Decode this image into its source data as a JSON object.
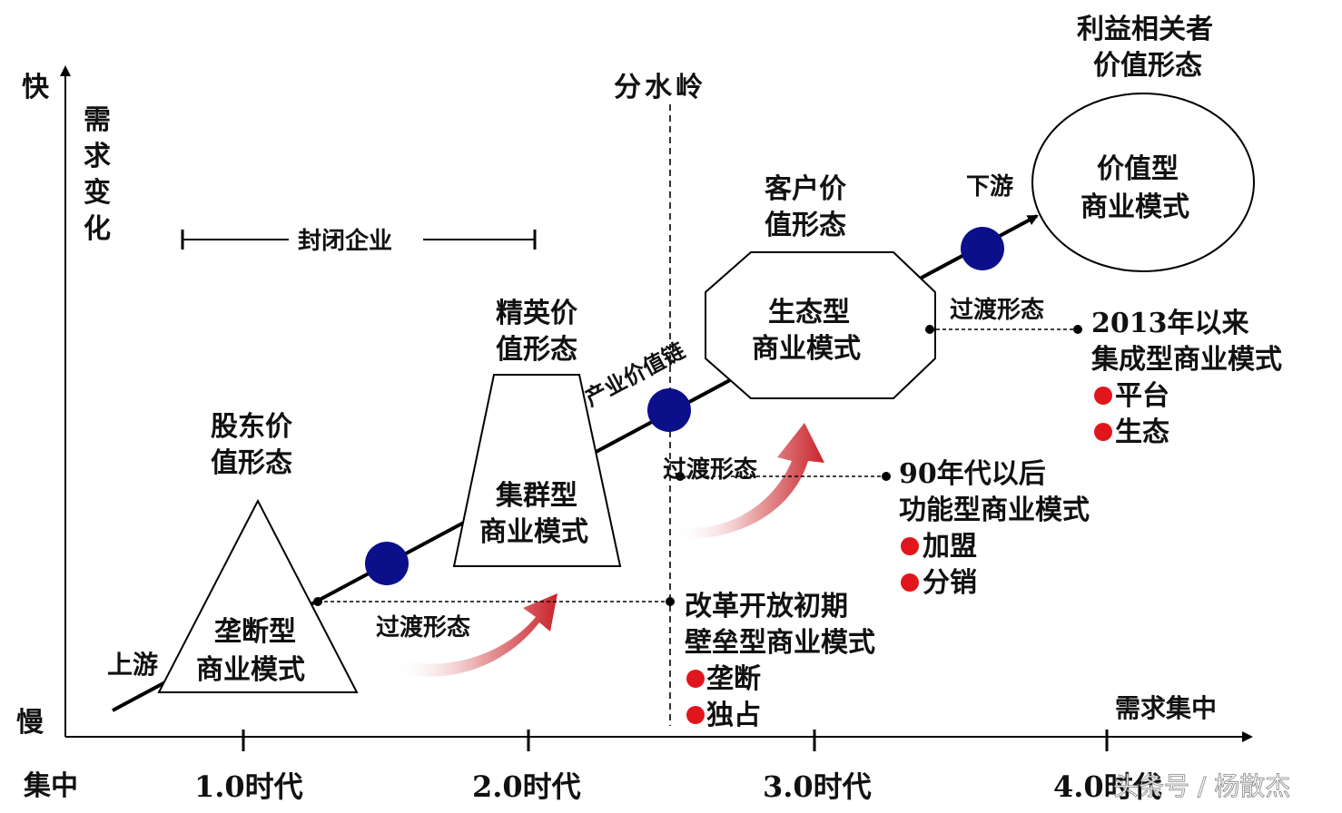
{
  "axes": {
    "y_fast": "快",
    "y_slow": "慢",
    "y_label": [
      "需",
      "求",
      "变",
      "化"
    ],
    "x_start": "集中",
    "x_right_label": "需求集中",
    "eras": [
      "1.0时代",
      "2.0时代",
      "3.0时代",
      "4.0时代"
    ]
  },
  "labels": {
    "upstream": "上游",
    "downstream": "下游",
    "industry_chain": "产业价值链",
    "watershed": "分水岭",
    "closed_enterprise": "封闭企业"
  },
  "stages": [
    {
      "form": [
        "股东价",
        "值形态"
      ],
      "model": [
        "垄断型",
        "商业模式"
      ]
    },
    {
      "form": [
        "精英价",
        "值形态"
      ],
      "model": [
        "集群型",
        "商业模式"
      ]
    },
    {
      "form": [
        "客户价",
        "值形态"
      ],
      "model": [
        "生态型",
        "商业模式"
      ]
    },
    {
      "form": [
        "利益相关者",
        "价值形态"
      ],
      "model": [
        "价值型",
        "商业模式"
      ]
    }
  ],
  "transitions": [
    {
      "label": "过渡形态",
      "period": "改革开放初期",
      "model": "壁垒型商业模式",
      "bullets": [
        "垄断",
        "独占"
      ]
    },
    {
      "label": "过渡形态",
      "period": "90年代以后",
      "model": "功能型商业模式",
      "bullets": [
        "加盟",
        "分销"
      ]
    },
    {
      "label": "过渡形态",
      "period": "2013年以来",
      "model": "集成型商业模式",
      "bullets": [
        "平台",
        "生态"
      ]
    }
  ],
  "watermark": "头条号 / 杨散杰",
  "colors": {
    "line": "#000000",
    "node": "#0b0f8a",
    "bullet": "#e0161c",
    "arrow": "#c8232a"
  }
}
